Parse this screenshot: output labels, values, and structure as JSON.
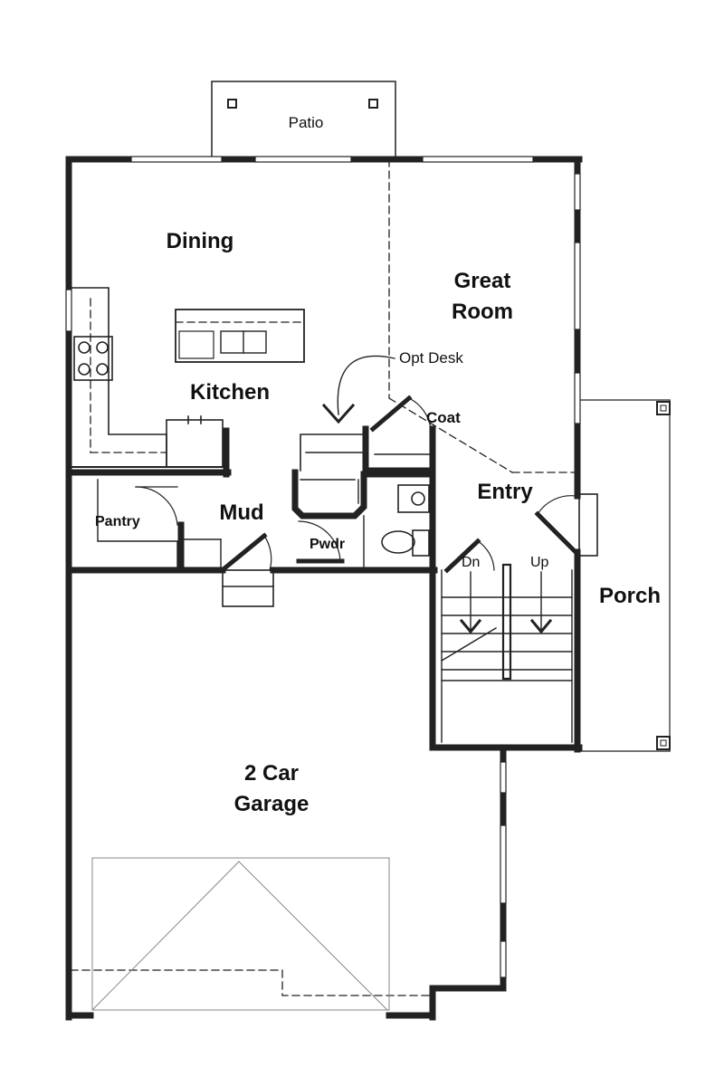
{
  "labels": {
    "patio": "Patio",
    "dining": "Dining",
    "great_room_line1": "Great",
    "great_room_line2": "Room",
    "opt_desk": "Opt Desk",
    "kitchen": "Kitchen",
    "coat": "Coat",
    "entry": "Entry",
    "pantry": "Pantry",
    "mud": "Mud",
    "pwdr": "Pwdr",
    "dn": "Dn",
    "up": "Up",
    "porch": "Porch",
    "garage_line1": "2 Car",
    "garage_line2": "Garage"
  }
}
